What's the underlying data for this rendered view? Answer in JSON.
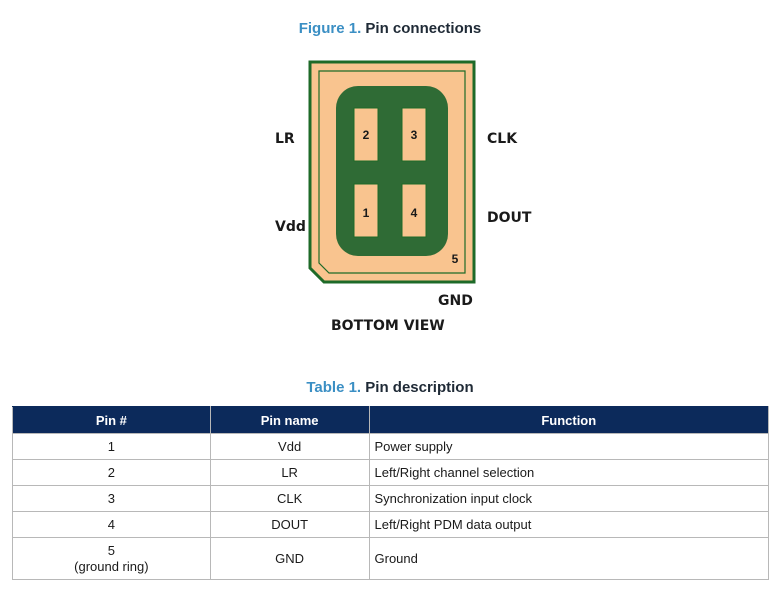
{
  "figure": {
    "number": "Figure 1.",
    "title": "Pin connections",
    "labels": {
      "lr": "LR",
      "clk": "CLK",
      "vdd": "Vdd",
      "dout": "DOUT",
      "gnd": "GND",
      "view": "BOTTOM VIEW"
    },
    "pad_numbers": [
      "1",
      "2",
      "3",
      "4",
      "5"
    ],
    "colors": {
      "package_border": "#1e6a28",
      "package_fill": "#f9c48f",
      "ring": "#2f6b35",
      "pad": "#f9c48f"
    }
  },
  "table": {
    "number": "Table 1.",
    "title": "Pin description",
    "headers": [
      "Pin #",
      "Pin name",
      "Function"
    ],
    "rows": [
      {
        "pin": "1",
        "name": "Vdd",
        "function": "Power supply"
      },
      {
        "pin": "2",
        "name": "LR",
        "function": "Left/Right channel selection"
      },
      {
        "pin": "3",
        "name": "CLK",
        "function": "Synchronization input clock"
      },
      {
        "pin": "4",
        "name": "DOUT",
        "function": "Left/Right PDM data output"
      },
      {
        "pin": "5",
        "pin_note": "(ground ring)",
        "name": "GND",
        "function": "Ground"
      }
    ],
    "colors": {
      "header_bg": "#0c2a5b",
      "header_text": "#ffffff"
    }
  }
}
